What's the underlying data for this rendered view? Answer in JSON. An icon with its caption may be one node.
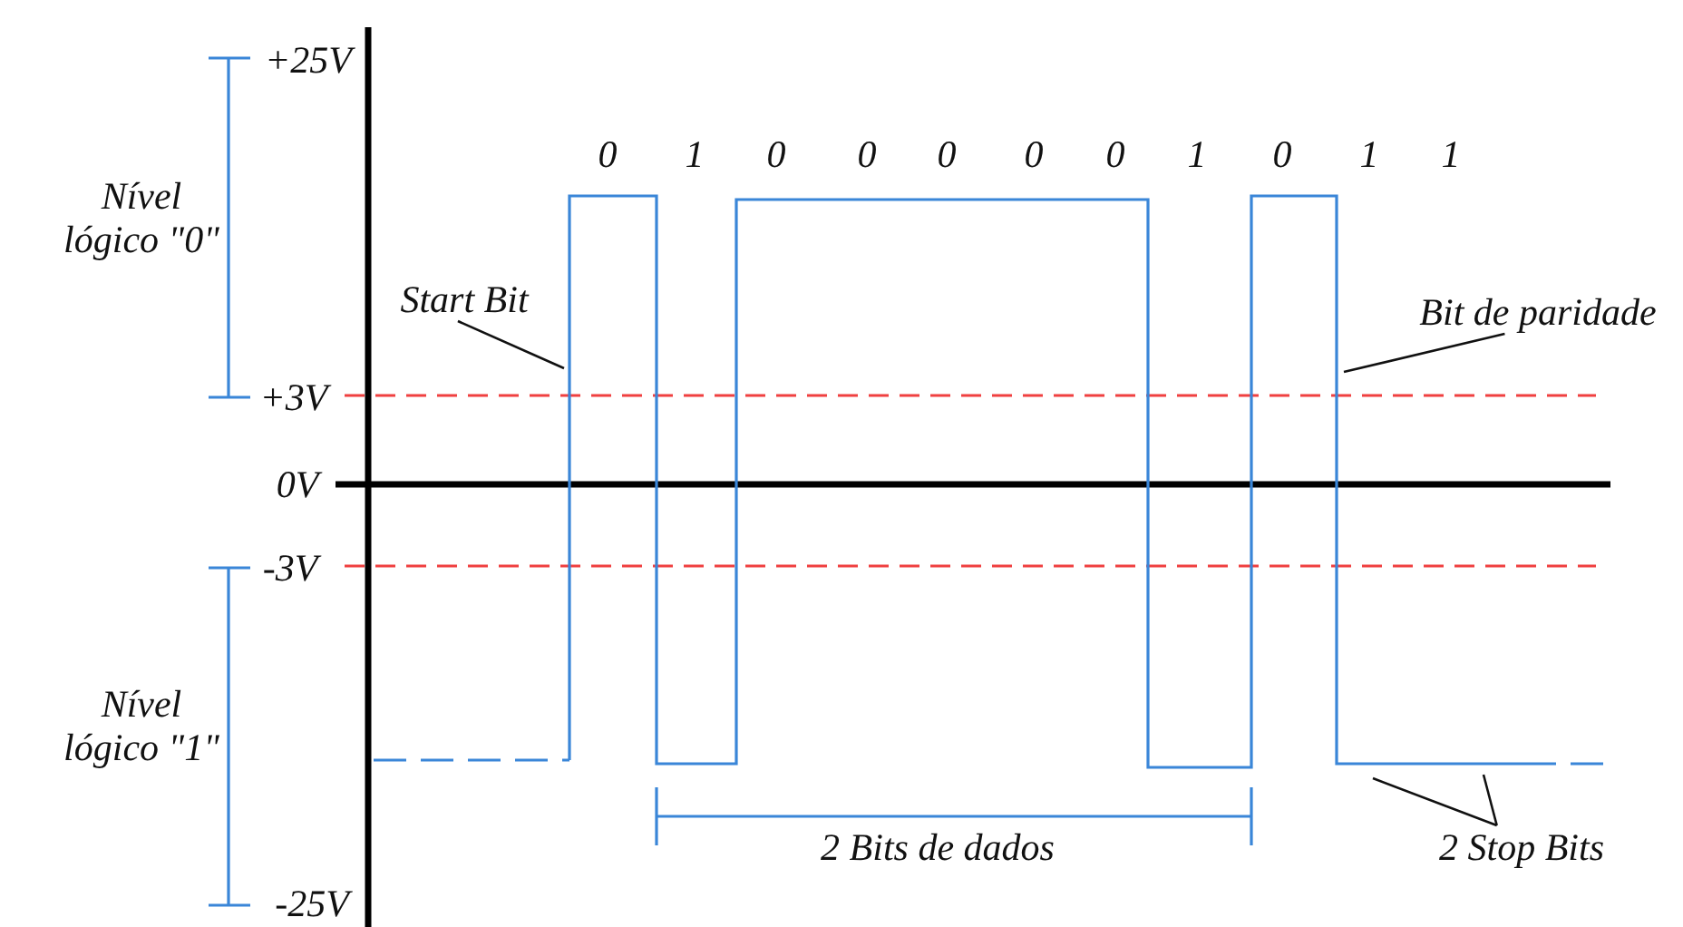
{
  "diagram": {
    "nodes": [
      {
        "text": [
          "Start Bit"
        ]
      },
      {
        "text": [
          "Bit de paridade"
        ]
      },
      {
        "text": [
          "2 Stop Bits"
        ]
      }
    ],
    "edges": [
      {
        "from": 0,
        "to": null,
        "arrow": "none"
      },
      {
        "from": 1,
        "to": null,
        "arrow": "none"
      },
      {
        "from": 2,
        "to": null,
        "arrow": "none"
      },
      {
        "from": 2,
        "to": null,
        "arrow": "none"
      }
    ],
    "labels": [
      "+25V",
      "0",
      "1",
      "0",
      "0",
      "0",
      "0",
      "0",
      "1",
      "0",
      "1",
      "1",
      "Nível lógico \"0\"",
      "+3V",
      "0V",
      "-3V",
      "Nível lógico \"1\"",
      "2 Bits de dados",
      "-25V"
    ]
  }
}
